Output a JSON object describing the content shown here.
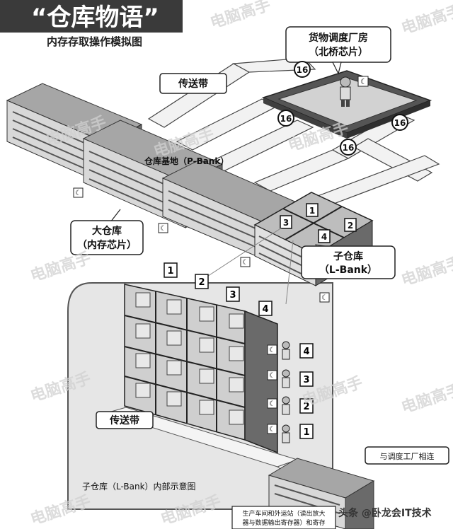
{
  "header": {
    "title": "“仓库物语”",
    "subtitle": "内存存取操作模拟图"
  },
  "labels": {
    "conveyor_top": "传送带",
    "dispatch_line1": "货物调度厂房",
    "dispatch_line2": "（北桥芯片）",
    "bank_base": "仓库基地（P-Bank）",
    "big_wh_line1": "大仓库",
    "big_wh_line2": "（内存芯片）",
    "sub_wh_line1": "子仓库",
    "sub_wh_line2": "（L-Bank）",
    "conveyor_bottom": "传送带",
    "sub_wh_diagram": "子仓库（L-Bank）内部示意图",
    "to_dispatch": "与调度工厂相连",
    "outbound_line1": "生产车间和外运站（读出放大",
    "outbound_line2": "器与数据输出寄存器）和寄存"
  },
  "badges": {
    "bus_width": "16",
    "bank_numbers": [
      "1",
      "2",
      "3",
      "4"
    ]
  },
  "watermarks": {
    "text": "电脑高手",
    "credit": "头条 @卧龙会IT技术"
  },
  "colors": {
    "title_bg": "#3a3a3a",
    "building_roof": "#9a9a9a",
    "building_wall": "#6e6e6e",
    "dispatch_border": "#555555",
    "dispatch_floor": "#cfcfcf",
    "panel_bg": "#e6e6e6"
  }
}
